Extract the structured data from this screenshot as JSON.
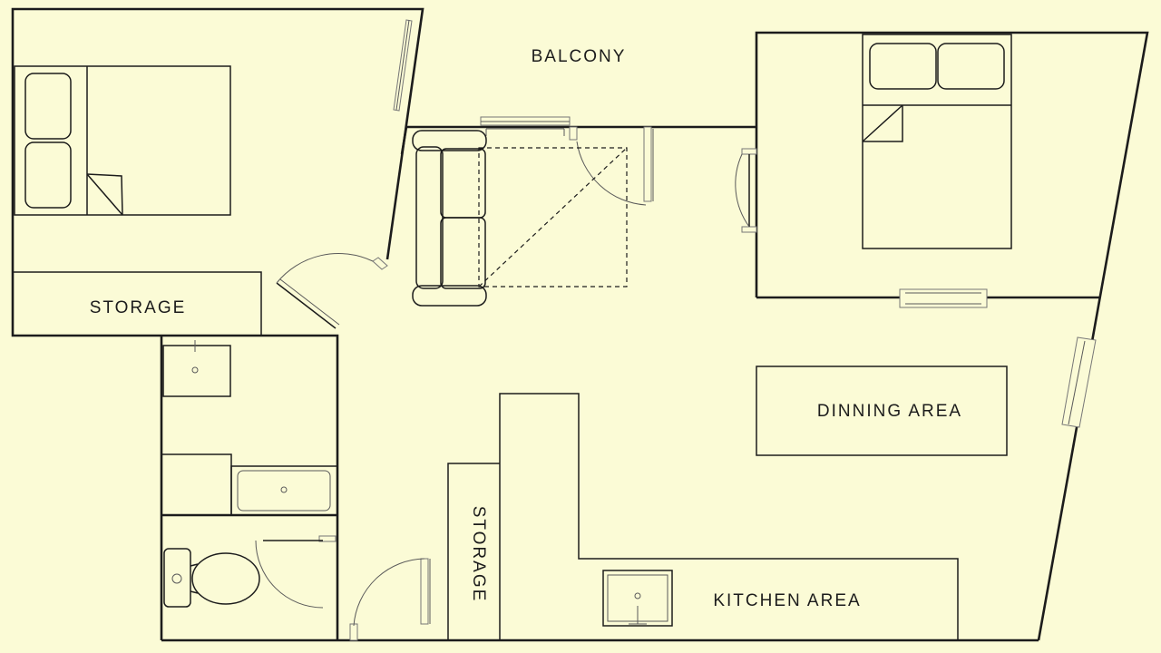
{
  "labels": {
    "balcony": "BALCONY",
    "storage_left": "STORAGE",
    "storage_center": "STORAGE",
    "dining": "DINNING AREA",
    "kitchen": "KITCHEN AREA"
  },
  "colors": {
    "background": "#fbfbd6",
    "line": "#1c1c1c"
  }
}
